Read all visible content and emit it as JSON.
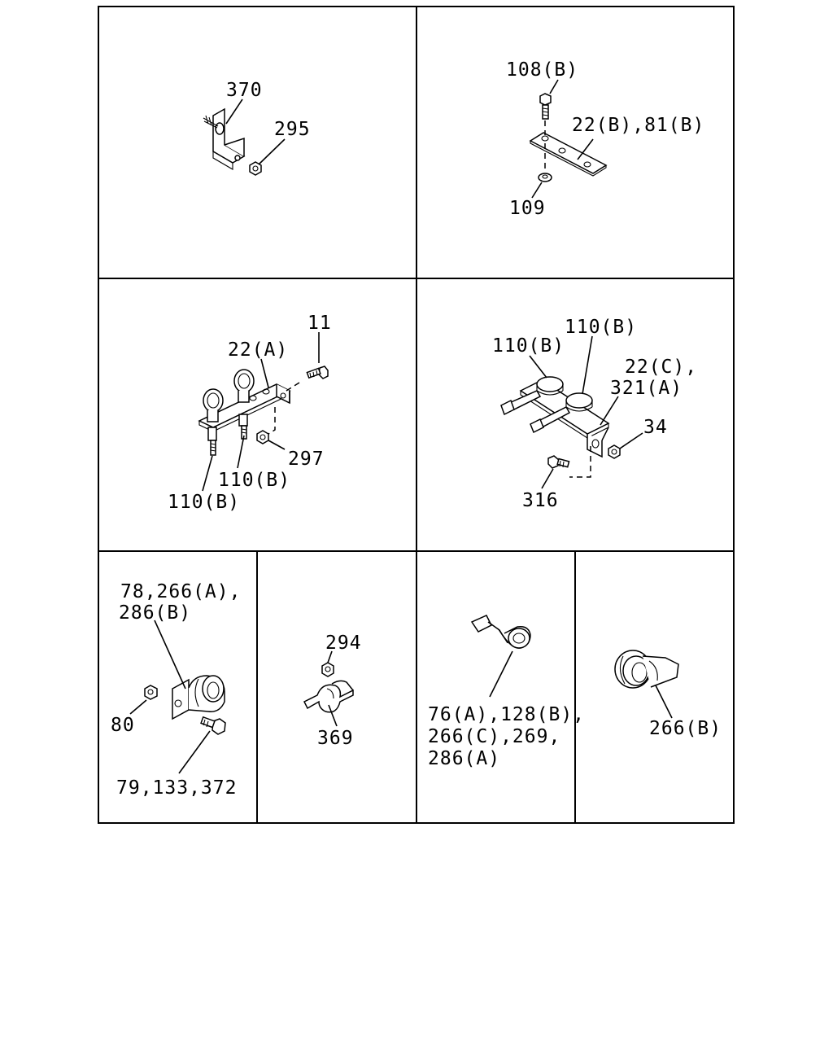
{
  "panels": {
    "p1": {
      "labels": [
        "370",
        "295"
      ]
    },
    "p2": {
      "labels": [
        "108(B)",
        "22(B),81(B)",
        "109"
      ]
    },
    "p3": {
      "labels": [
        "11",
        "22(A)",
        "297",
        "110(B)",
        "110(B)"
      ]
    },
    "p4": {
      "labels": [
        "110(B)",
        "110(B)",
        "22(C),",
        "321(A)",
        "34",
        "316"
      ]
    },
    "p5": {
      "labels": [
        "78,266(A),",
        "286(B)",
        "80",
        "79,133,372"
      ]
    },
    "p6": {
      "labels": [
        "294",
        "369"
      ]
    },
    "p7": {
      "labels": [
        "76(A),128(B),",
        "266(C),269,",
        "286(A)"
      ]
    },
    "p8": {
      "labels": [
        "266(B)"
      ]
    }
  }
}
